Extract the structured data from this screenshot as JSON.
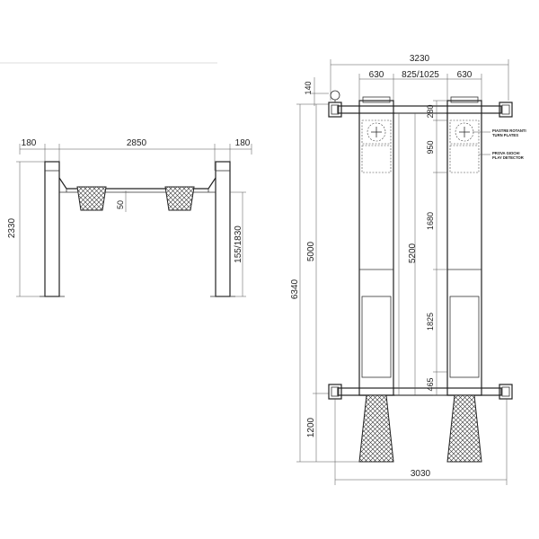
{
  "front_view": {
    "dim_top_left": "180",
    "dim_top_mid": "2850",
    "dim_top_right": "180",
    "dim_height": "2330",
    "dim_pad": "50",
    "dim_lift": "155/1830"
  },
  "plan_view": {
    "dim_total_width": "3230",
    "dim_platform_left": "630",
    "dim_gap": "825/1025",
    "dim_platform_right": "630",
    "dim_top_offset": "140",
    "dim_overall_length": "6340",
    "dim_column_span": "5000",
    "dim_runway": "5200",
    "dim_seg_1": "280",
    "dim_seg_2": "950",
    "dim_seg_3": "1680",
    "dim_seg_4": "1825",
    "dim_seg_5": "465",
    "dim_ramp": "1200",
    "dim_bottom_width": "3030",
    "note_turn_plates_1": "PIASTRE ROTANTI",
    "note_turn_plates_2": "TURN PLATES",
    "note_play_detector_1": "PROVA GIOCHI",
    "note_play_detector_2": "PLAY DETECTOR"
  },
  "colors": {
    "line": "#333333",
    "background": "#ffffff"
  }
}
